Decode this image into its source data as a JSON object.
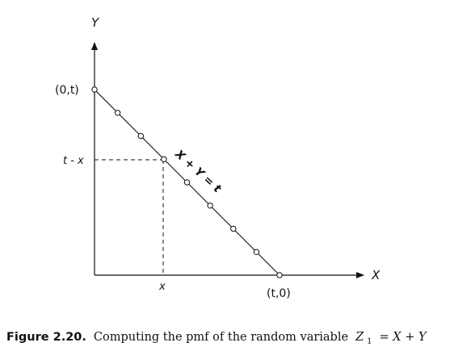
{
  "diagram": {
    "y_axis_label": "Y",
    "x_axis_label": "X",
    "y_intercept_label": "(0,t)",
    "x_intercept_label": "(t,0)",
    "y_guide_label": "t - x",
    "x_guide_label": "x",
    "line_equation_label": "X + Y = t",
    "point_count": 9,
    "highlighted_point_index": 3
  },
  "caption": {
    "label": "Figure 2.20.",
    "text": "Computing the pmf of the random variable",
    "math_lhs": "Z",
    "math_subscript": "1",
    "math_rhs": "= X + Y"
  }
}
